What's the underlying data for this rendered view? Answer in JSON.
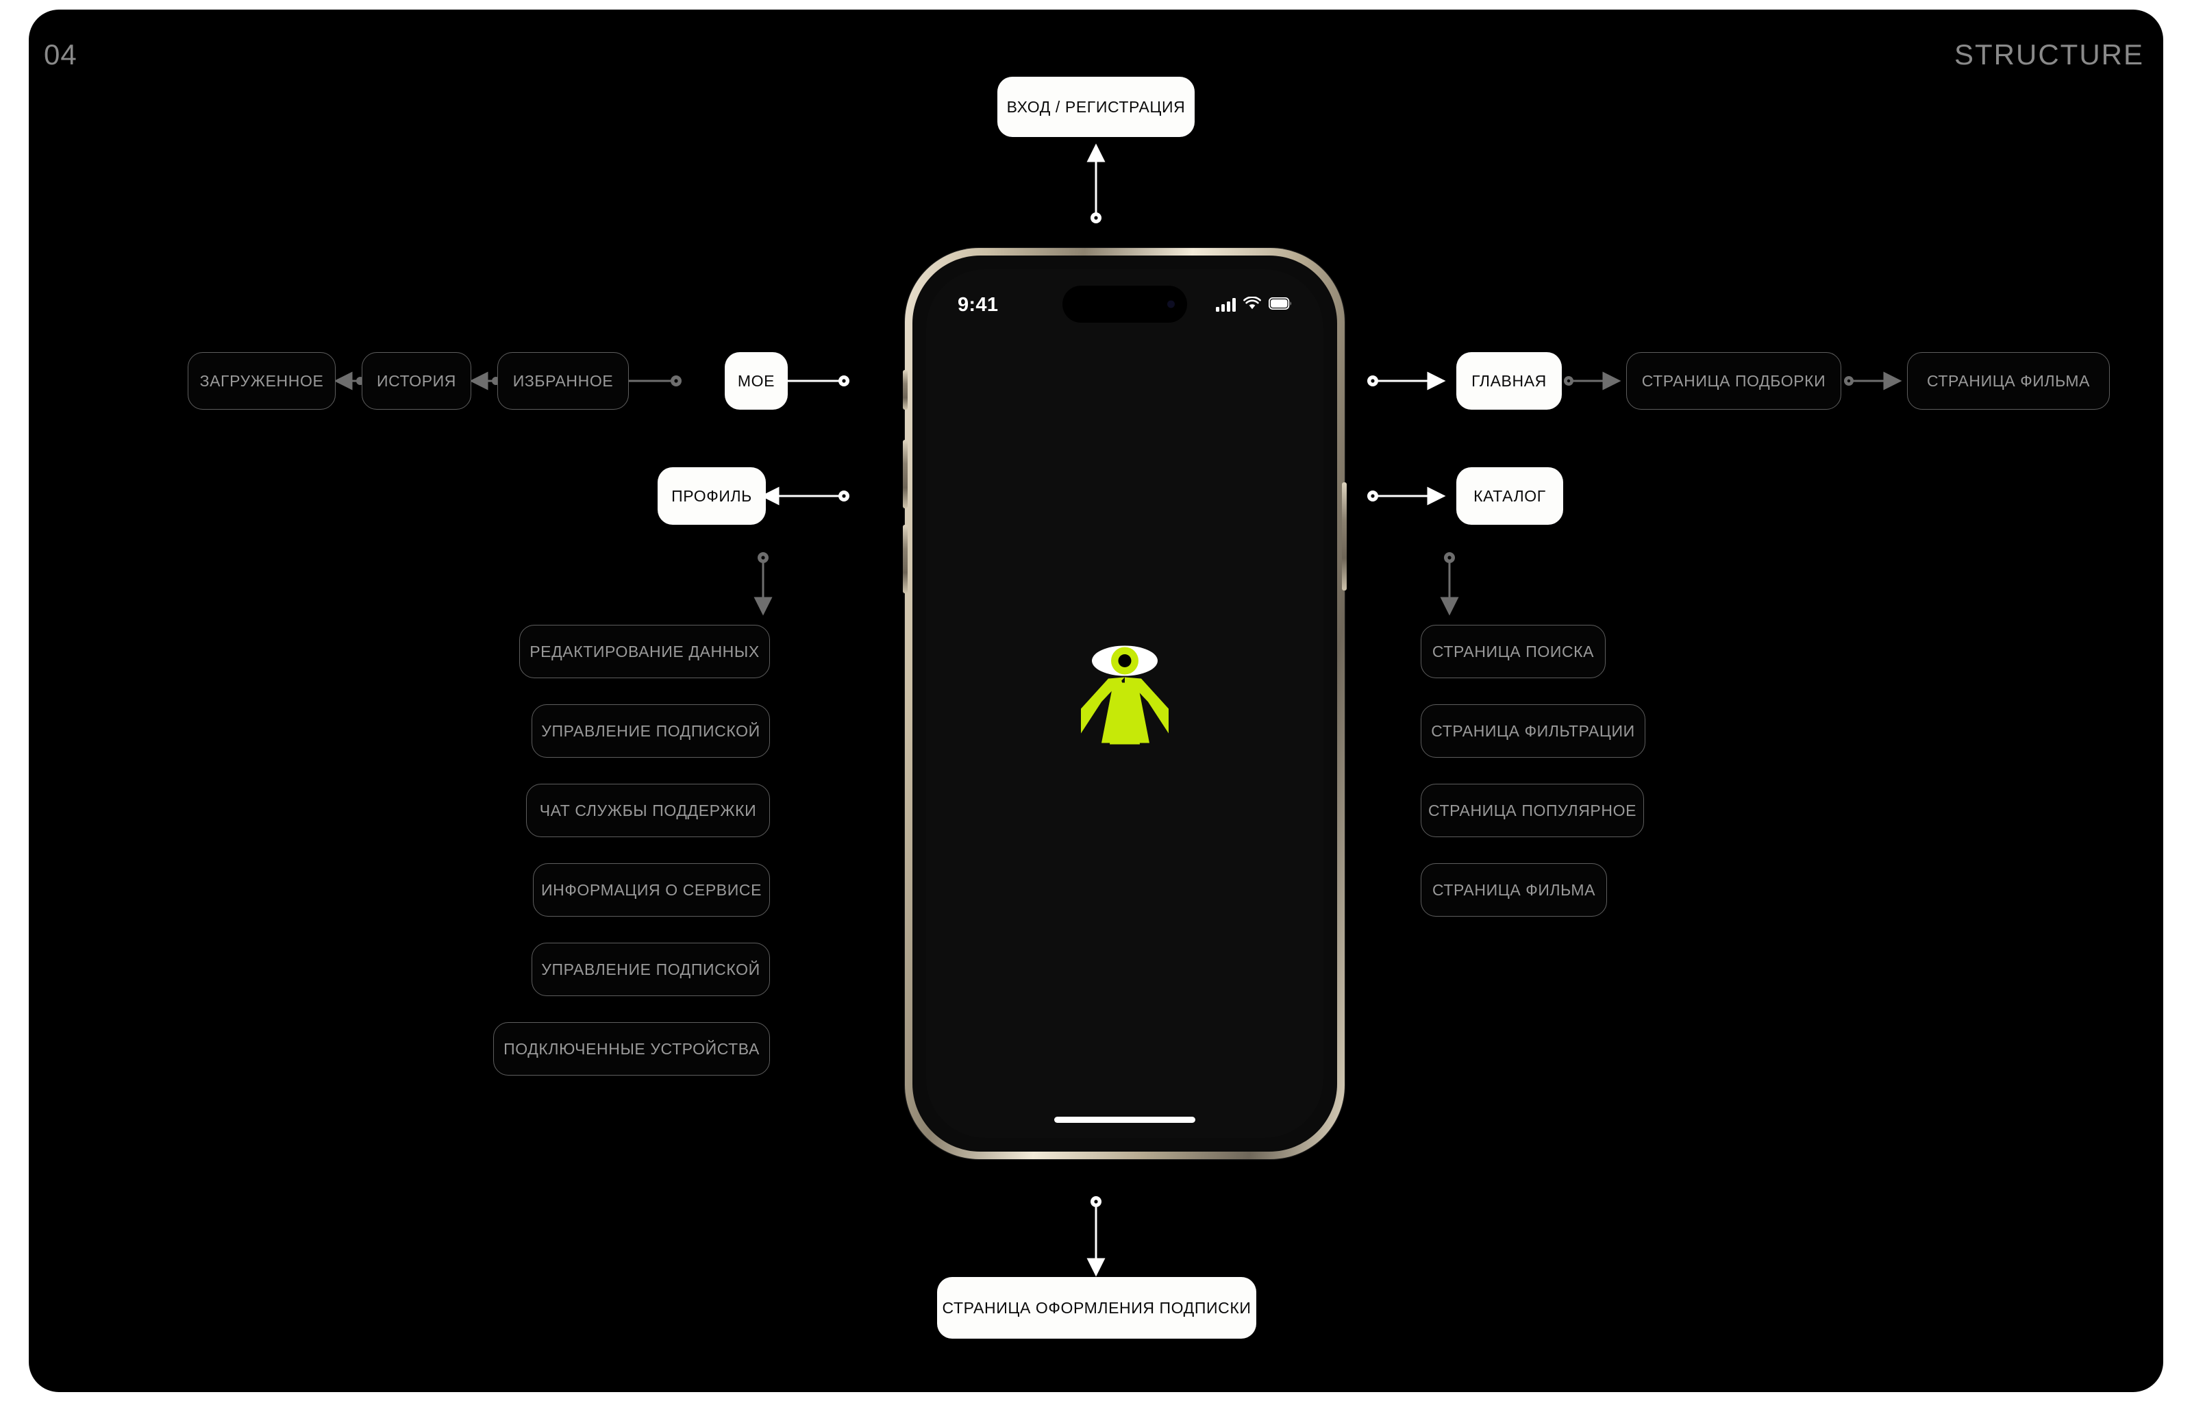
{
  "header": {
    "page_number": "04",
    "section_title": "STRUCTURE"
  },
  "colors": {
    "canvas_bg": "#000000",
    "page_bg": "#ffffff",
    "primary_node_bg": "#fdfdfb",
    "primary_node_text": "#0a0a0a",
    "secondary_node_border": "#5e5e5e",
    "secondary_node_text": "#9a9a9a",
    "connector_white": "#ffffff",
    "connector_gray": "#6e6e6e",
    "header_text": "#8a8a8a",
    "logo_accent": "#c6e908"
  },
  "nodes": {
    "login": {
      "label": "ВХОД / РЕГИСТРАЦИЯ",
      "style": "primary"
    },
    "mine": {
      "label": "МОЕ",
      "style": "primary"
    },
    "favorites": {
      "label": "ИЗБРАННОЕ",
      "style": "secondary"
    },
    "history": {
      "label": "ИСТОРИЯ",
      "style": "secondary"
    },
    "downloaded": {
      "label": "ЗАГРУЖЕННОЕ",
      "style": "secondary"
    },
    "profile": {
      "label": "ПРОФИЛЬ",
      "style": "primary"
    },
    "home": {
      "label": "ГЛАВНАЯ",
      "style": "primary"
    },
    "collection_page": {
      "label": "СТРАНИЦА ПОДБОРКИ",
      "style": "secondary"
    },
    "film_page_top": {
      "label": "СТРАНИЦА ФИЛЬМА",
      "style": "secondary"
    },
    "catalog": {
      "label": "КАТАЛОГ",
      "style": "primary"
    },
    "subscription_checkout": {
      "label": "СТРАНИЦА ОФОРМЛЕНИЯ ПОДПИСКИ",
      "style": "primary"
    }
  },
  "profile_children": [
    {
      "label": "РЕДАКТИРОВАНИЕ ДАННЫХ"
    },
    {
      "label": "УПРАВЛЕНИЕ ПОДПИСКОЙ"
    },
    {
      "label": "ЧАТ СЛУЖБЫ ПОДДЕРЖКИ"
    },
    {
      "label": "ИНФОРМАЦИЯ О СЕРВИСЕ"
    },
    {
      "label": "УПРАВЛЕНИЕ ПОДПИСКОЙ"
    },
    {
      "label": "ПОДКЛЮЧЕННЫЕ УСТРОЙСТВА"
    }
  ],
  "catalog_children": [
    {
      "label": "СТРАНИЦА ПОИСКА"
    },
    {
      "label": "СТРАНИЦА ФИЛЬТРАЦИИ"
    },
    {
      "label": "СТРАНИЦА ПОПУЛЯРНОЕ"
    },
    {
      "label": "СТРАНИЦА ФИЛЬМА"
    }
  ],
  "phone": {
    "status_bar": {
      "time": "9:41",
      "cellular_icon": "signal-bars-icon",
      "wifi_icon": "wifi-icon",
      "battery_icon": "battery-icon"
    },
    "app_logo_icon": "eye-rays-logo-icon",
    "home_indicator": "home-indicator"
  }
}
